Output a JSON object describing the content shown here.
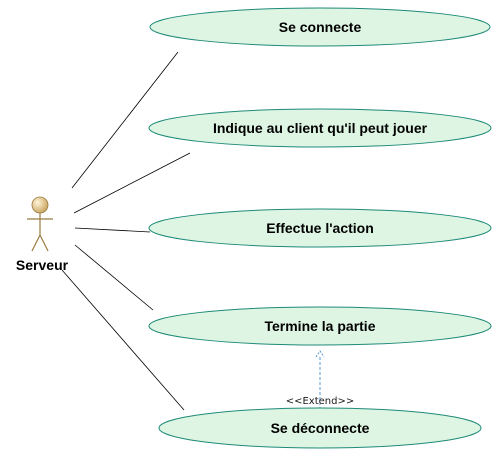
{
  "diagram": {
    "actor": {
      "name": "Serveur"
    },
    "use_cases": [
      {
        "id": "uc1",
        "label": "Se connecte"
      },
      {
        "id": "uc2",
        "label": "Indique au client qu'il peut jouer"
      },
      {
        "id": "uc3",
        "label": "Effectue l'action"
      },
      {
        "id": "uc4",
        "label": "Termine la partie"
      },
      {
        "id": "uc5",
        "label": "Se déconnecte"
      }
    ],
    "extend_relation": {
      "stereotype": "<<Extend>>",
      "from": "uc5",
      "to": "uc4"
    },
    "colors": {
      "use_case_fill": "#DDF5E2",
      "use_case_stroke": "#1E8A78",
      "actor_fill": "#E8C98E",
      "actor_stroke": "#9A7A3E",
      "association_line": "#000000",
      "extend_line": "#2A7FD0"
    }
  }
}
